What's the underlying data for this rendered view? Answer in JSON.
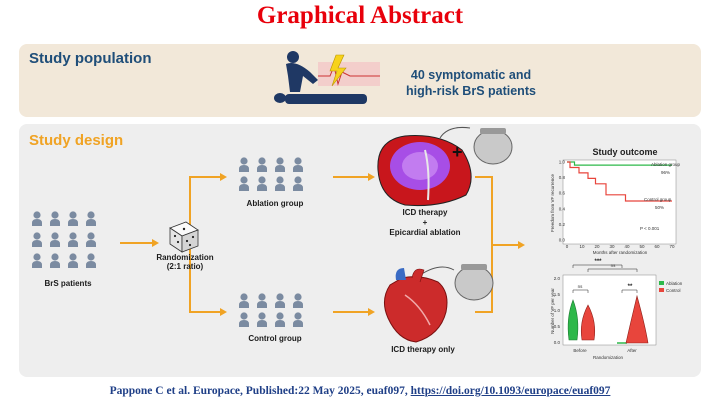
{
  "header": {
    "title": "Graphical Abstract"
  },
  "population": {
    "title": "Study population",
    "text_line1": "40 symptomatic and",
    "text_line2": "high-risk BrS patients"
  },
  "design": {
    "title": "Study design",
    "brs_label": "BrS patients",
    "randomization_line1": "Randomization",
    "randomization_line2": "(2:1 ratio)",
    "ablation_group": "Ablation group",
    "control_group": "Control group",
    "icd_ablation_line1": "ICD therapy",
    "icd_ablation_plus": "+",
    "icd_ablation_line2": "Epicardial ablation",
    "icd_only": "ICD therapy only",
    "plus_sign": "+"
  },
  "outcome": {
    "title": "Study outcome",
    "ylabel": "Freedom from VF recurrence",
    "xlabel": "Months after randomization",
    "ablation_label": "Ablation group",
    "ablation_pct": "96%",
    "control_label": "Control group",
    "control_pct": "50%",
    "pvalue": "P < 0.001",
    "colors": {
      "ablation": "#2db84a",
      "control": "#e8453c"
    }
  },
  "chart_data": [
    {
      "type": "line",
      "title": "Study outcome",
      "xlabel": "Months after randomization",
      "ylabel": "Freedom from VF recurrence",
      "xlim": [
        0,
        70
      ],
      "ylim": [
        0,
        1.0
      ],
      "x_ticks": [
        0,
        10,
        20,
        30,
        40,
        50,
        60,
        70
      ],
      "y_ticks": [
        0.0,
        0.2,
        0.4,
        0.6,
        0.8,
        1.0
      ],
      "series": [
        {
          "name": "Ablation group",
          "x": [
            0,
            5,
            5,
            70
          ],
          "y": [
            1.0,
            1.0,
            0.96,
            0.96
          ]
        },
        {
          "name": "Control group",
          "x": [
            0,
            2,
            2,
            8,
            8,
            14,
            14,
            19,
            19,
            26,
            26,
            39,
            39,
            70
          ],
          "y": [
            1.0,
            1.0,
            0.93,
            0.93,
            0.86,
            0.86,
            0.79,
            0.79,
            0.72,
            0.72,
            0.58,
            0.58,
            0.5,
            0.5
          ]
        }
      ]
    },
    {
      "type": "violin",
      "ylabel": "Number of VF per year",
      "xlabel": "Randomization",
      "categories": [
        "Before",
        "After"
      ],
      "y_ticks": [
        0.0,
        0.5,
        1.0,
        1.5,
        2.0
      ],
      "legend": [
        "Ablation",
        "Control"
      ],
      "legend_placement": "top-right",
      "series": [
        {
          "name": "Ablation",
          "before_median": 0.6,
          "after_median": 0.0
        },
        {
          "name": "Control",
          "before_median": 0.6,
          "after_median": 0.4
        }
      ],
      "significance": [
        {
          "label": "***",
          "between": "Ablation Before vs Ablation After"
        },
        {
          "label": "ns",
          "between": "Ablation Before vs Control Before"
        },
        {
          "label": "ns",
          "between": "Control Before vs Control After"
        },
        {
          "label": "**",
          "between": "Ablation After vs Control After"
        }
      ]
    }
  ],
  "citation": {
    "text": "Pappone C et al. Europace, Published:22 May 2025, euaf097, ",
    "link": "https://doi.org/10.1093/europace/euaf097"
  }
}
